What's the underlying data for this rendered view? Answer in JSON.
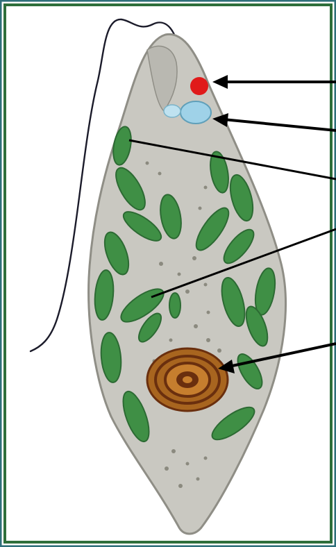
{
  "figure": {
    "subject": "euglena",
    "labels": [],
    "pointers": [
      {
        "id": "eyespot-pointer",
        "target": "eyespot"
      },
      {
        "id": "contractile-vacuole-pointer",
        "target": "contractile-vacuole"
      },
      {
        "id": "chloroplast-pointer-upper",
        "target": "chloroplast"
      },
      {
        "id": "chloroplast-pointer-lower",
        "target": "chloroplast"
      },
      {
        "id": "nucleus-pointer",
        "target": "nucleus"
      }
    ]
  },
  "colors": {
    "frame_outer": "#2f6f7a",
    "frame_inner": "#2e6e3a",
    "body_fill": "#c9c8c1",
    "body_outline": "#8f8e86",
    "chloroplast": "#3f8f45",
    "chloroplast_dark": "#2c6a33",
    "eyespot": "#e01a1a",
    "vacuole": "#9fd2e8",
    "nucleus_outer": "#a8651f",
    "nucleus_ring": "#6a2f0e",
    "flagellum": "#1b1b2a",
    "pointer": "#000000"
  }
}
